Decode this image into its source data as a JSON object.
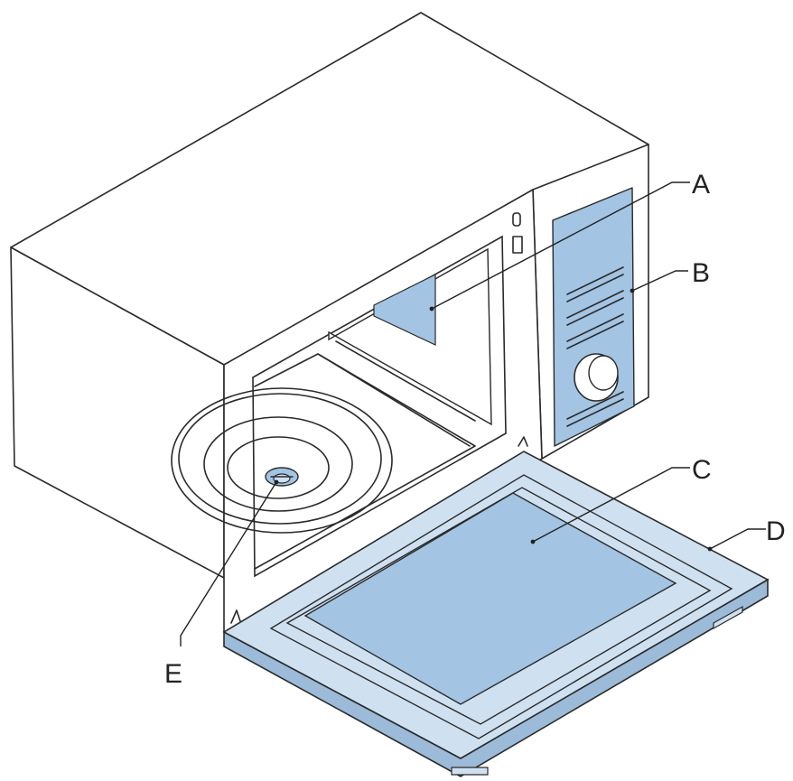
{
  "labels": {
    "a": "A",
    "b": "B",
    "c": "C",
    "d": "D",
    "e": "E"
  },
  "colors": {
    "accent_blue": "#a3c4e3",
    "light_blue": "#cfe1f1",
    "line": "#2a2a2a"
  },
  "parts": [
    "door-window",
    "control-panel",
    "door-glass",
    "door-frame",
    "turntable-coupler"
  ]
}
